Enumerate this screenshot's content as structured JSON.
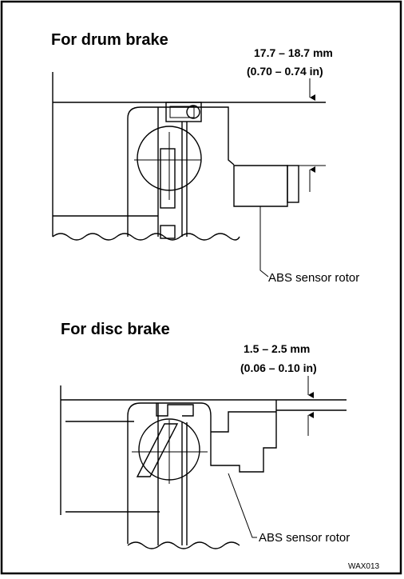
{
  "drum": {
    "title": "For drum brake",
    "dim_mm": "17.7 – 18.7 mm",
    "dim_in": "(0.70 – 0.74 in)",
    "label": "ABS sensor rotor"
  },
  "disc": {
    "title": "For disc brake",
    "dim_mm": "1.5 – 2.5 mm",
    "dim_in": "(0.06 – 0.10 in)",
    "label": "ABS sensor rotor"
  },
  "figure_code": "WAX013"
}
